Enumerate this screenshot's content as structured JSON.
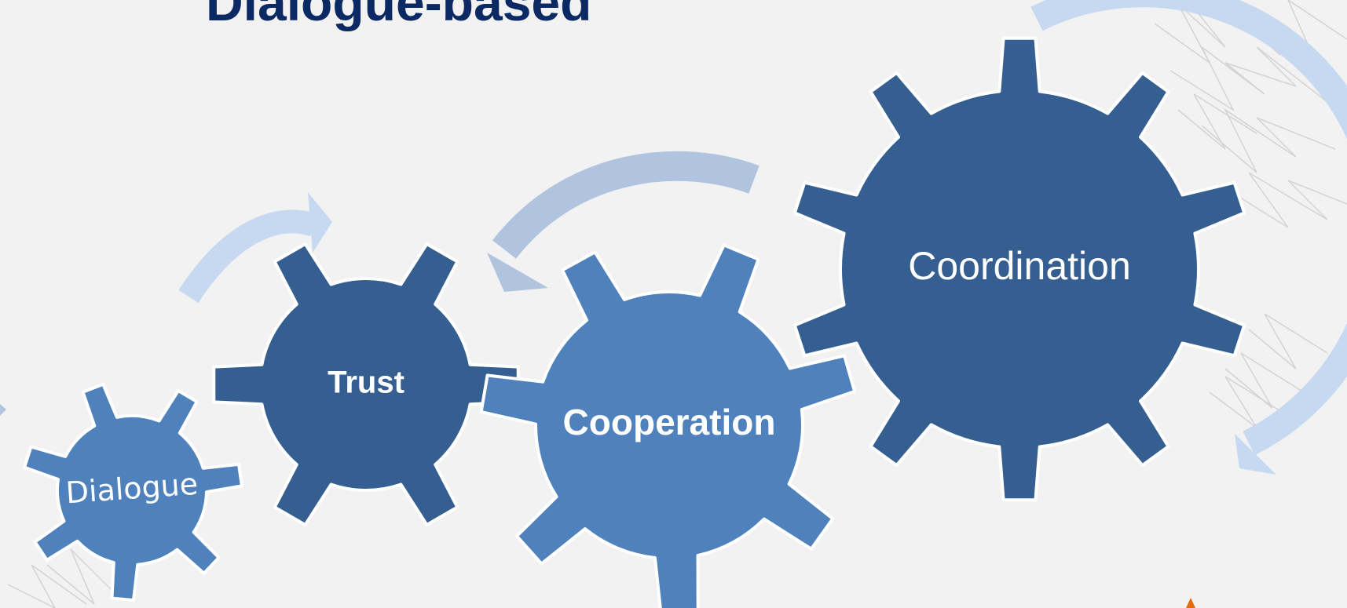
{
  "slide": {
    "title": "Dialogue-based"
  },
  "gears": [
    {
      "label": "Dialogue"
    },
    {
      "label": "Trust"
    },
    {
      "label": "Cooperation"
    },
    {
      "label": "Coordination"
    }
  ],
  "colors": {
    "background": "#f2f2f2",
    "title": "#0b2a63",
    "gear_light": "#4f81bd",
    "gear_dark": "#365f91",
    "gear_outline": "#ffffff",
    "arrow_light": "#c6d9f1",
    "arrow_mid": "#b0c3df",
    "decoration_lines": "#d0d0d0",
    "accent_corner": "#e46c0a"
  },
  "icons": [
    "gear-icon",
    "curved-arrow-icon",
    "star-pattern-decoration"
  ]
}
